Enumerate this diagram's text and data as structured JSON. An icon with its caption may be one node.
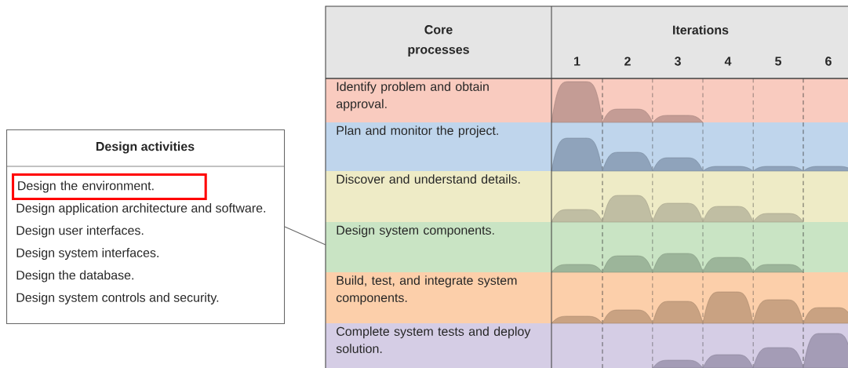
{
  "diagram": {
    "nodes": [
      {
        "text": [
          "Design activities",
          "Design application architecture and software.",
          "Design user interfaces.",
          "Design system interfaces.",
          "Design the database.",
          "Design system controls and security."
        ]
      },
      {
        "text": [
          "Design the environment."
        ],
        "in": 0
      },
      {
        "text": [
          "Identify problem and obtain approval."
        ]
      },
      {
        "text": [
          "Plan and monitor the project."
        ]
      },
      {
        "text": [
          "Discover and understand details."
        ]
      },
      {
        "text": [
          "Design system components."
        ]
      },
      {
        "text": [
          "Build, test, and integrate system components."
        ]
      },
      {
        "text": [
          "Complete system tests and deploy solution."
        ]
      }
    ],
    "edges": [
      {
        "from": 0,
        "to": 5,
        "arrow": "none"
      }
    ],
    "labels": [
      "Core processes",
      "Iterations",
      "1",
      "2",
      "3",
      "4",
      "5",
      "6"
    ]
  }
}
